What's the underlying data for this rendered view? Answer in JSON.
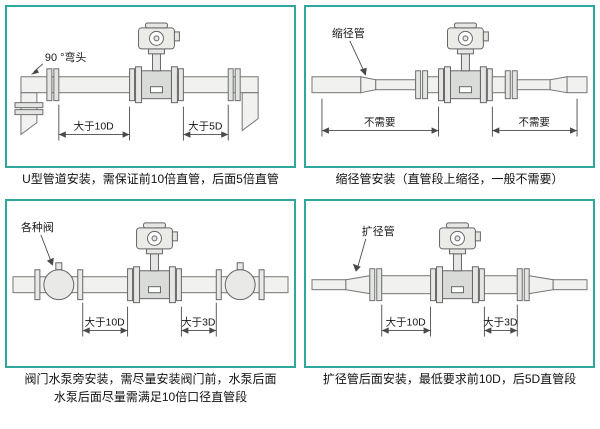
{
  "theme": {
    "accent": "#2fa79d"
  },
  "panels": [
    {
      "id": "u-pipe",
      "annotation": "90 °弯头",
      "dim_left": "大于10D",
      "dim_right": "大于5D",
      "caption": "U型管道安装，需保证前10倍直管，后面5倍直管"
    },
    {
      "id": "reducer",
      "annotation": "缩径管",
      "dim_left": "不需要",
      "dim_right": "不需要",
      "caption": "缩径管安装（直管段上缩径，一般不需要）"
    },
    {
      "id": "valves",
      "annotation": "各种阀",
      "dim_left": "大于10D",
      "dim_right": "大于3D",
      "caption_line1": "阀门水泵旁安装，需尽量安装阀门前，水泵后面",
      "caption_line2": "水泵后面尽量需满足10倍口径直管段"
    },
    {
      "id": "expander",
      "annotation": "扩径管",
      "dim_left": "大于10D",
      "dim_right": "大于3D",
      "caption": "扩径管后面安装，最低要求前10D，后5D直管段"
    }
  ]
}
